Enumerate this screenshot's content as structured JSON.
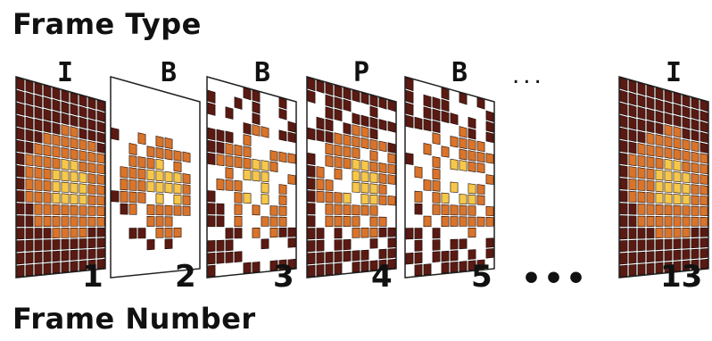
{
  "diagram": {
    "title_top": "Frame Type",
    "title_bottom": "Frame Number",
    "frames": [
      {
        "type": "I",
        "number": "1",
        "fill": "full"
      },
      {
        "type": "B",
        "number": "2",
        "fill": "sparse"
      },
      {
        "type": "B",
        "number": "3",
        "fill": "medium"
      },
      {
        "type": "P",
        "number": "4",
        "fill": "dense"
      },
      {
        "type": "B",
        "number": "5",
        "fill": "medium"
      },
      {
        "type": "I",
        "number": "13",
        "fill": "full"
      }
    ],
    "ellipsis_top": "...",
    "ellipsis_bottom": "•••",
    "colors": {
      "bright": "#f7c74a",
      "mid": "#d9742a",
      "dark": "#5a1a12",
      "edge": "#1a0a08"
    }
  }
}
